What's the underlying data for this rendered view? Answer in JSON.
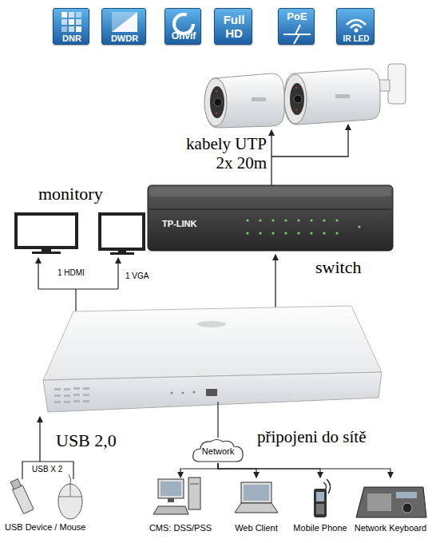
{
  "diagram": {
    "nodes": [
      {
        "text": [
          "DNR"
        ]
      },
      {
        "text": [
          "DWDR"
        ]
      },
      {
        "text": [
          "Onvif"
        ]
      },
      {
        "text": [
          "Full HD"
        ]
      },
      {
        "text": [
          "PoE"
        ]
      },
      {
        "text": [
          "IR LED"
        ]
      },
      {
        "text": [
          "TP-LINK",
          "switch"
        ]
      },
      {
        "text": [
          "Network"
        ]
      },
      {
        "text": [
          "CMS: DSS/PSS"
        ]
      },
      {
        "text": [
          "Web Client"
        ]
      },
      {
        "text": [
          "Mobile Phone"
        ]
      },
      {
        "text": [
          "Network Keyboard"
        ]
      }
    ],
    "edges": [
      {
        "from": 7,
        "to": 8,
        "arrow": "to"
      },
      {
        "from": 7,
        "to": 9,
        "arrow": "to"
      },
      {
        "from": 7,
        "to": 10,
        "arrow": "to"
      },
      {
        "from": 7,
        "to": 11,
        "arrow": "to"
      }
    ],
    "labels": [
      "kabely UTP 2x 20m",
      "monitory",
      "1 HDMI",
      "1 VGA",
      "USB 2,0",
      "USB X 2",
      "USB Device / Mouse",
      "připojeni do sítě"
    ]
  }
}
